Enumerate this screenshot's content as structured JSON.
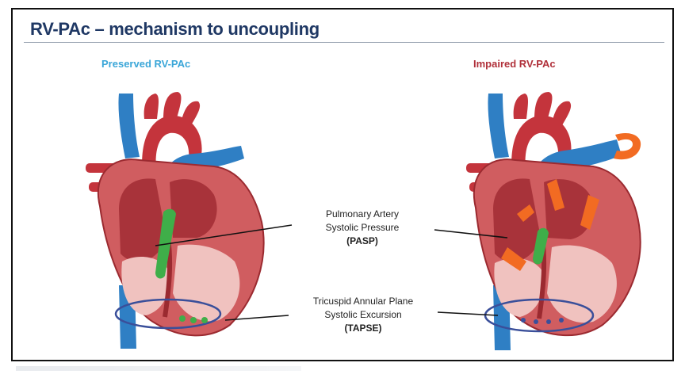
{
  "slide": {
    "title": "RV-PAc – mechanism to uncoupling",
    "left_label": "Preserved RV-PAc",
    "right_label": "Impaired RV-PAc"
  },
  "annotations": {
    "pasp": {
      "line1": "Pulmonary Artery",
      "line2": "Systolic Pressure",
      "abbr": "(PASP)"
    },
    "tapse": {
      "line1": "Tricuspid Annular Plane",
      "line2": "Systolic Excursion",
      "abbr": "(TAPSE)"
    }
  },
  "colors": {
    "title": "#1f3864",
    "preserved": "#3aa6d8",
    "impaired": "#b0303a",
    "myocardium": "#c94c4f",
    "vessel_blue": "#2f7fc4",
    "highlight_green": "#3fae49",
    "highlight_orange": "#f26b22"
  }
}
